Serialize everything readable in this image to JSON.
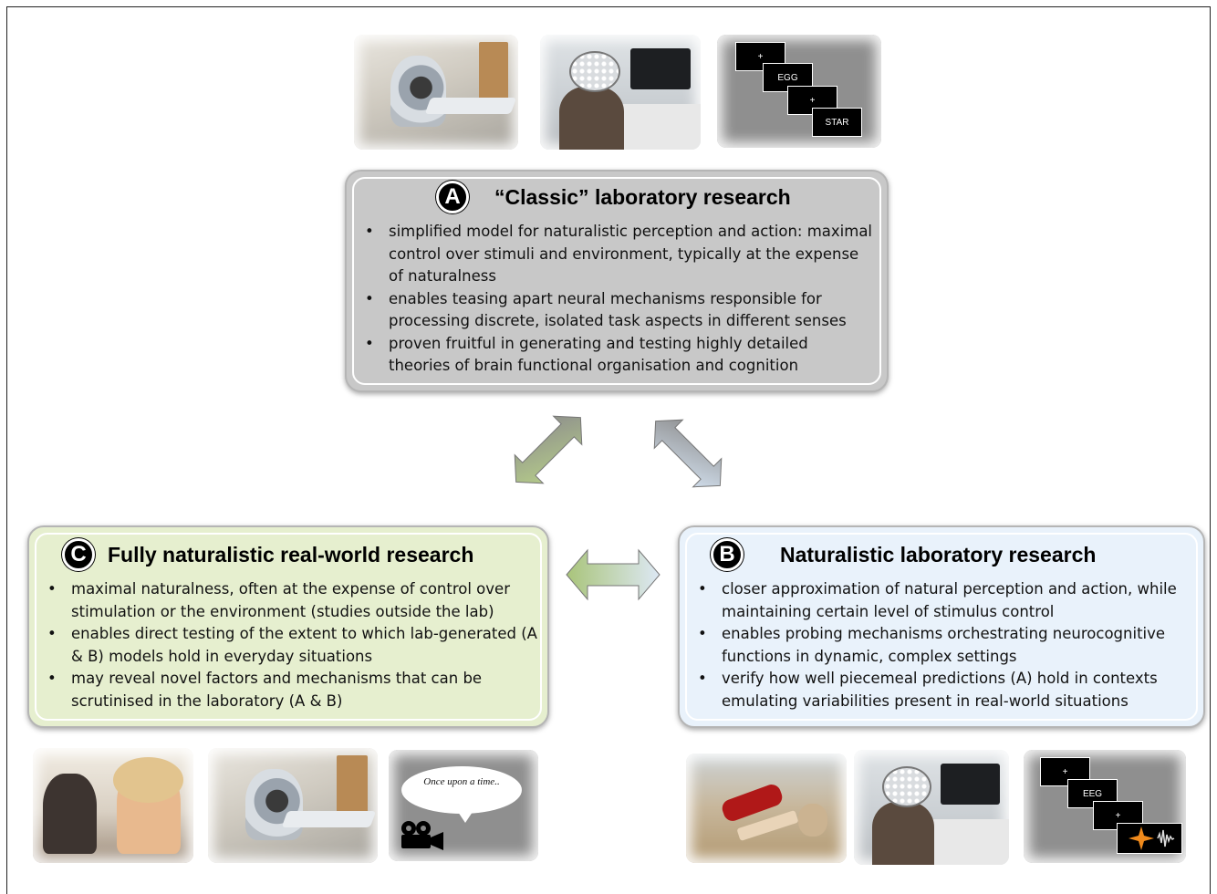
{
  "panel_a": {
    "letter": "A",
    "title": "“Classic” laboratory research",
    "bullets": [
      "simplified model for naturalistic perception and action: maximal control over stimuli and environment, typically at the expense of naturalness",
      "enables teasing apart neural mechanisms responsible for processing discrete, isolated task aspects in different senses",
      "proven fruitful in generating and testing highly detailed theories of brain functional organisation and cognition"
    ],
    "stimulus_sequence": [
      "+",
      "EGG",
      "+",
      "STAR"
    ]
  },
  "panel_b": {
    "letter": "B",
    "title": "Naturalistic laboratory research",
    "bullets": [
      "closer approximation of natural perception and action, while maintaining certain level of stimulus control",
      "enables probing mechanisms orchestrating neurocognitive functions in dynamic, complex settings",
      "verify how well piecemeal predictions (A) hold in contexts emulating variabilities present in real-world situations"
    ],
    "stimulus_sequence": [
      "+",
      "EEG",
      "+",
      ""
    ]
  },
  "panel_c": {
    "letter": "C",
    "title": "Fully naturalistic real-world research",
    "bullets": [
      "maximal naturalness, often at the expense of control over stimulation or the environment (studies outside the lab)",
      "enables direct testing of the extent to which lab-generated (A & B) models hold in everyday situations",
      "may reveal novel factors and mechanisms that can be scrutinised in the laboratory (A & B)"
    ],
    "speech_bubble": "Once upon a time.."
  },
  "colors": {
    "panel_a_bg": "#c8c8c8",
    "panel_b_bg": "#e9f2fb",
    "panel_c_bg": "#e6efcf",
    "arrow_green": "#a9c47a",
    "arrow_blue": "#c9dbee",
    "arrow_grey": "#8a8a8a"
  }
}
